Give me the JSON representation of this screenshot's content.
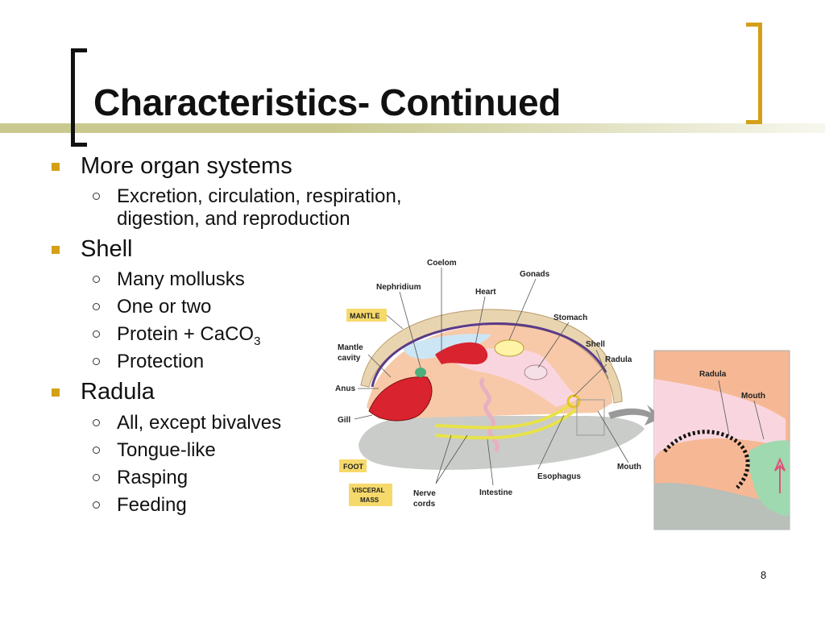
{
  "slide": {
    "title": "Characteristics- Continued",
    "page_number": "8"
  },
  "bullets": [
    {
      "text": "More organ systems",
      "sub": [
        "Excretion, circulation, respiration,",
        "digestion, and reproduction"
      ]
    },
    {
      "text": "Shell",
      "sub": [
        "Many mollusks",
        "One or two",
        "Protein + CaCO",
        "Protection"
      ],
      "subscript": "3"
    },
    {
      "text": "Radula",
      "sub": [
        "All, except bivalves",
        "Tongue-like",
        "Rasping",
        "Feeding"
      ]
    }
  ],
  "diagram": {
    "labels": {
      "coelom": "Coelom",
      "gonads": "Gonads",
      "nephridium": "Nephridium",
      "heart": "Heart",
      "mantle": "MANTLE",
      "stomach": "Stomach",
      "mantle_cavity_1": "Mantle",
      "mantle_cavity_2": "cavity",
      "shell": "Shell",
      "radula": "Radula",
      "anus": "Anus",
      "gill": "Gill",
      "foot": "FOOT",
      "visceral_1": "VISCERAL",
      "visceral_2": "MASS",
      "nerve_1": "Nerve",
      "nerve_2": "cords",
      "intestine": "Intestine",
      "esophagus": "Esophagus",
      "mouth": "Mouth",
      "inset_radula": "Radula",
      "inset_mouth": "Mouth"
    },
    "colors": {
      "shell": "#e8d5b0",
      "mantle_line": "#5b3a8a",
      "body_pink": "#f7c9a8",
      "foot_gray": "#c9ccc9",
      "gill_red": "#d9232e",
      "heart_red": "#d9232e",
      "label_box": "#f6d96b",
      "nerve_yellow": "#e8e24a",
      "inset_bg": "#f6b894"
    }
  }
}
